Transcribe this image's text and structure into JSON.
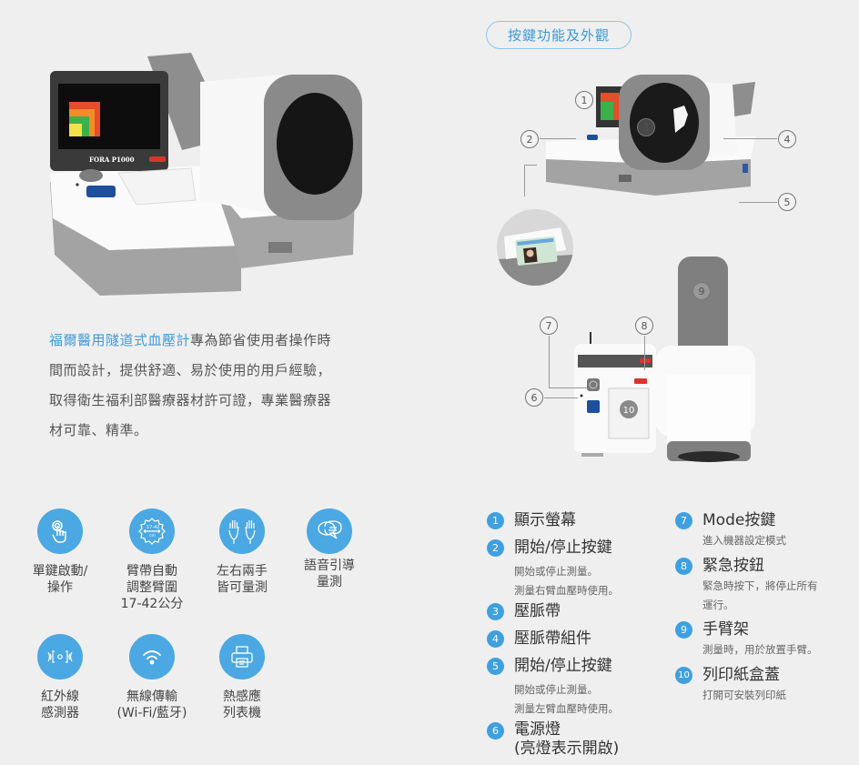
{
  "section_title": "按鍵功能及外觀",
  "intro": {
    "brand_text": "福爾醫用隧道式血壓計",
    "line1_rest": "專為節省使用者操作時",
    "line2": "間而設計，提供舒適、易於使用的用戶經驗，",
    "line3": "取得衛生福利部醫療器材許可證，專業醫療器",
    "line4": "材可靠、精準。"
  },
  "device": {
    "model_label": "FORA P1000",
    "colors": {
      "body": "#ffffff",
      "base": "#9c9c9c",
      "cuff": "#8a8a8a",
      "button_blue": "#1d4f9a",
      "button_red": "#d9342b"
    }
  },
  "features": [
    {
      "icon": "touch-hand-icon",
      "line1": "單鍵啟動/",
      "line2": "操作",
      "line3": ""
    },
    {
      "icon": "cuff-size-icon",
      "icon_text_top": "17-42",
      "icon_text_bottom": "cm",
      "line1": "臂帶自動",
      "line2": "調整臂圍",
      "line3": "17-42公分"
    },
    {
      "icon": "two-hands-icon",
      "line1": "左右兩手",
      "line2": "皆可量測",
      "line3": ""
    },
    {
      "icon": "speech-bubble-icon",
      "line1": "語音引導",
      "line2": "量測",
      "line3": ""
    },
    {
      "icon": "infrared-sensor-icon",
      "line1": "紅外線",
      "line2": "感測器",
      "line3": ""
    },
    {
      "icon": "wifi-icon",
      "line1": "無線傳輸",
      "line2": "(Wi-Fi/藍牙)",
      "line3": ""
    },
    {
      "icon": "printer-icon",
      "line1": "熱感應",
      "line2": "列表機",
      "line3": ""
    }
  ],
  "callouts": [
    "1",
    "2",
    "3",
    "4",
    "5",
    "6",
    "7",
    "8",
    "9",
    "10"
  ],
  "parts": [
    {
      "num": "1",
      "title": "顯示螢幕",
      "desc1": "",
      "desc2": ""
    },
    {
      "num": "2",
      "title": "開始/停止按鍵",
      "desc1": "開始或停止測量。",
      "desc2": "測量右臂血壓時使用。"
    },
    {
      "num": "3",
      "title": "壓脈帶",
      "desc1": "",
      "desc2": ""
    },
    {
      "num": "4",
      "title": "壓脈帶組件",
      "desc1": "",
      "desc2": ""
    },
    {
      "num": "5",
      "title": "開始/停止按鍵",
      "desc1": "開始或停止測量。",
      "desc2": "測量左臂血壓時使用。"
    },
    {
      "num": "6",
      "title": "電源燈",
      "title2": "(亮燈表示開啟)",
      "desc1": "",
      "desc2": ""
    },
    {
      "num": "7",
      "title": "Mode按鍵",
      "desc1": "進入機器設定模式",
      "desc2": ""
    },
    {
      "num": "8",
      "title": "緊急按鈕",
      "desc1": "緊急時按下，將停止所有",
      "desc2": "運行。"
    },
    {
      "num": "9",
      "title": "手臂架",
      "desc1": "測量時，用於放置手臂。",
      "desc2": ""
    },
    {
      "num": "10",
      "title": "列印紙盒蓋",
      "desc1": "打開可安裝列印紙",
      "desc2": ""
    }
  ],
  "colors": {
    "accent": "#3fa0e0",
    "background": "#efefef",
    "text": "#444444"
  }
}
